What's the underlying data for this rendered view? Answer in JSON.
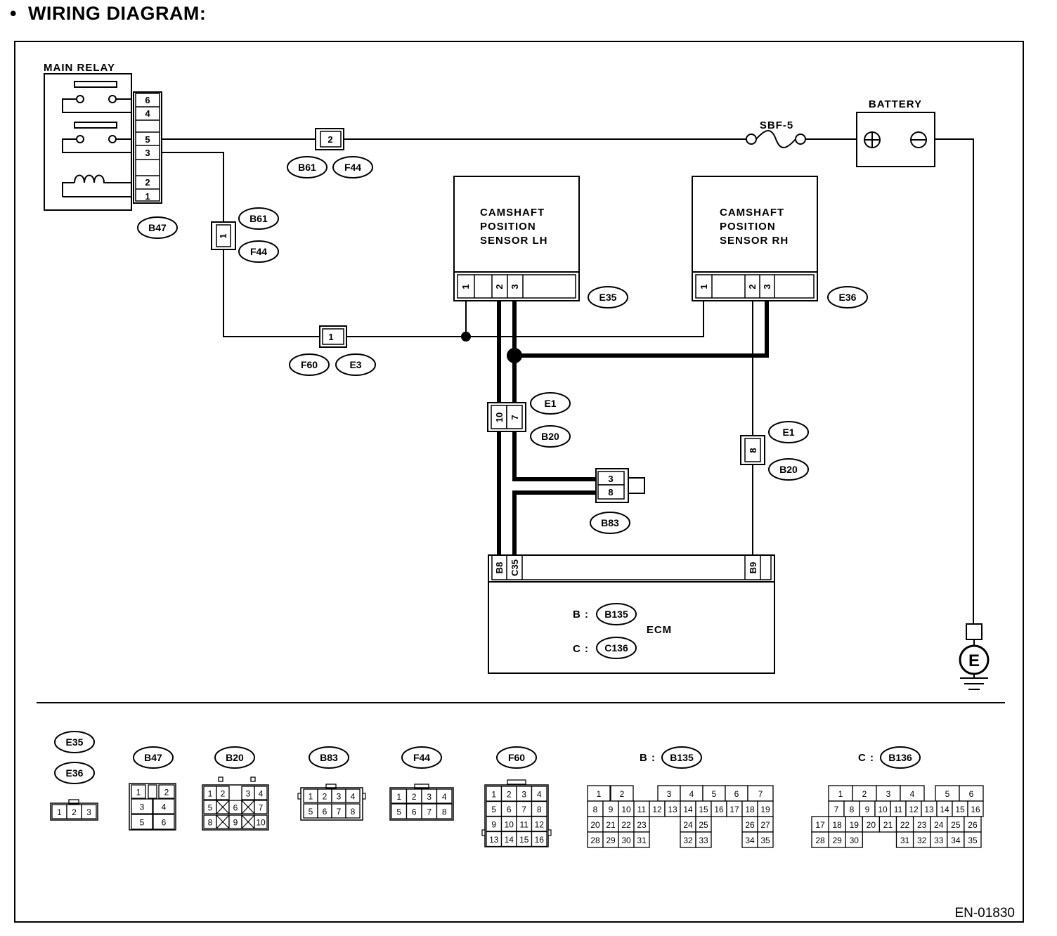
{
  "heading": {
    "bullet": "•",
    "title": "WIRING DIAGRAM:"
  },
  "figure_id": "EN-01830",
  "main_relay": {
    "label": "MAIN RELAY",
    "pins": [
      "6",
      "4",
      "5",
      "3",
      "2",
      "1"
    ],
    "connector": "B47"
  },
  "battery": {
    "label": "BATTERY",
    "fuse": "SBF-5"
  },
  "sensor_lh": {
    "line1": "CAMSHAFT",
    "line2": "POSITION",
    "line3": "SENSOR LH",
    "connector": "E35",
    "pins": [
      "1",
      "2",
      "3"
    ]
  },
  "sensor_rh": {
    "line1": "CAMSHAFT",
    "line2": "POSITION",
    "line3": "SENSOR RH",
    "connector": "E36",
    "pins": [
      "1",
      "2",
      "3"
    ]
  },
  "joints": {
    "j1": {
      "pin": "2",
      "a": "B61",
      "b": "F44"
    },
    "j2": {
      "pin": "1",
      "a": "B61",
      "b": "F44"
    },
    "j3": {
      "pin": "1",
      "a": "F60",
      "b": "E3"
    },
    "j4": {
      "pins": [
        "10",
        "7"
      ],
      "a": "E1",
      "b": "B20"
    },
    "j5": {
      "pin": "8",
      "a": "E1",
      "b": "B20"
    },
    "b83": {
      "pins": [
        "3",
        "8"
      ],
      "connector": "B83"
    }
  },
  "ecm": {
    "label": "ECM",
    "pins": [
      "B8",
      "C35",
      "B9"
    ],
    "b_prefix": "B :",
    "b_conn": "B135",
    "c_prefix": "C :",
    "c_conn": "C136"
  },
  "ground": {
    "symbol": "E"
  },
  "legend": {
    "e35": "E35",
    "e36": "E36",
    "b47": "B47",
    "b20": "B20",
    "b83": "B83",
    "f44": "F44",
    "f60": "F60",
    "b135_prefix": "B :",
    "b135": "B135",
    "b136_prefix": "C :",
    "b136": "B136",
    "e35_cells": [
      "1",
      "2",
      "3"
    ],
    "b47_cells": [
      "1",
      "2",
      "3",
      "4",
      "5",
      "6"
    ],
    "b20_cells": [
      "1",
      "2",
      "3",
      "4",
      "5",
      "6",
      "7",
      "8",
      "9",
      "10"
    ],
    "b83_cells": [
      "1",
      "2",
      "3",
      "4",
      "5",
      "6",
      "7",
      "8"
    ],
    "f44_cells": [
      "1",
      "2",
      "3",
      "4",
      "5",
      "6",
      "7",
      "8"
    ],
    "f60_cells": [
      "1",
      "2",
      "3",
      "4",
      "5",
      "6",
      "7",
      "8",
      "9",
      "10",
      "11",
      "12",
      "13",
      "14",
      "15",
      "16"
    ],
    "b135_rows": [
      [
        "1",
        "2",
        "",
        "",
        "3",
        "4",
        "5",
        "6",
        "7"
      ],
      [
        "8",
        "9",
        "10",
        "11",
        "12",
        "13",
        "14",
        "15",
        "16",
        "17",
        "18",
        "19"
      ],
      [
        "20",
        "21",
        "22",
        "23",
        "",
        "",
        "24",
        "25",
        "",
        "",
        "26",
        "27"
      ],
      [
        "28",
        "29",
        "30",
        "31",
        "",
        "",
        "32",
        "33",
        "",
        "",
        "34",
        "35"
      ]
    ],
    "b136_rows": [
      [
        "",
        "1",
        "2",
        "3",
        "4",
        "",
        "5",
        "6"
      ],
      [
        "",
        "7",
        "8",
        "9",
        "10",
        "11",
        "12",
        "13",
        "14",
        "15",
        "16"
      ],
      [
        "17",
        "18",
        "19",
        "20",
        "21",
        "22",
        "23",
        "24",
        "25",
        "26"
      ],
      [
        "28",
        "29",
        "30",
        "",
        "",
        "31",
        "32",
        "33",
        "34",
        "35"
      ]
    ]
  }
}
